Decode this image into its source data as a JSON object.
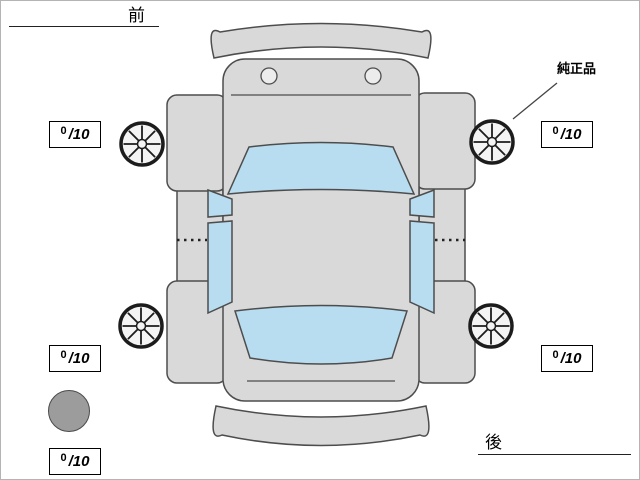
{
  "labels": {
    "front": "前",
    "rear": "後",
    "genuine_part": "純正品"
  },
  "tires": {
    "front_left": {
      "score": "0",
      "max": "/10"
    },
    "front_right": {
      "score": "0",
      "max": "/10"
    },
    "rear_left": {
      "score": "0",
      "max": "/10"
    },
    "rear_right": {
      "score": "0",
      "max": "/10"
    },
    "spare": {
      "score": "0",
      "max": "/10"
    }
  },
  "icons": {
    "wheels": "alloy-wheel-icon",
    "spare": "spare-tire-circle"
  },
  "colors": {
    "car_body": "#d9d9d9",
    "glass": "#b8dcf0",
    "outline": "#4d4d4d",
    "spare_fill": "#9c9c9c"
  }
}
